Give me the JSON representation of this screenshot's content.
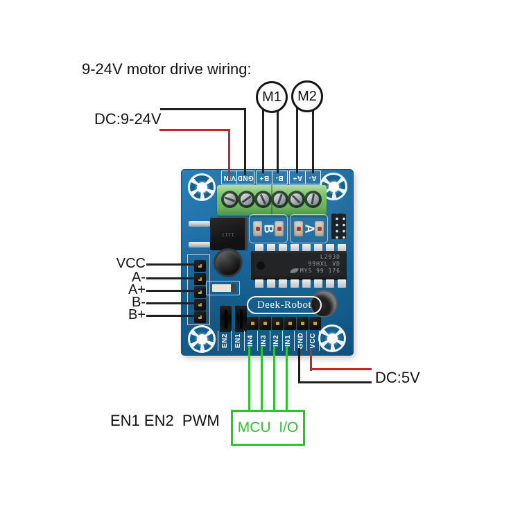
{
  "annotations": {
    "title": "9-24V motor drive wiring:",
    "dc_input_label": "DC:9-24V",
    "dc_5v_label": "DC:5V",
    "control_pins_label": "EN1 EN2  PWM",
    "mcu_box_label": "MCU  I/O",
    "motors": [
      "M1",
      "M2"
    ],
    "pin_labels": [
      "VCC",
      "A-",
      "A+",
      "B-",
      "B+"
    ]
  },
  "board": {
    "brand": "Deek-Robot",
    "terminals": [
      "VIN",
      "GND",
      "B+",
      "B-",
      "A+",
      "A-"
    ],
    "channel_labels": [
      "B",
      "A"
    ],
    "bottom_pins": [
      "EN2",
      "EN1",
      "IN4",
      "IN3",
      "IN2",
      "IN1",
      "GND",
      "VCC"
    ],
    "regulator_marking": "1117",
    "ic_marking": {
      "line1": "L293D",
      "line2": "99HXL VD",
      "line3": "MYS 99 176"
    }
  },
  "colors": {
    "wire_black": "#1f1f1f",
    "wire_red": "#c42727",
    "wire_green": "#2cc52c",
    "board_blue": "#1a6aa2",
    "terminal_green": "#7cc36f",
    "background": "#ffffff"
  }
}
